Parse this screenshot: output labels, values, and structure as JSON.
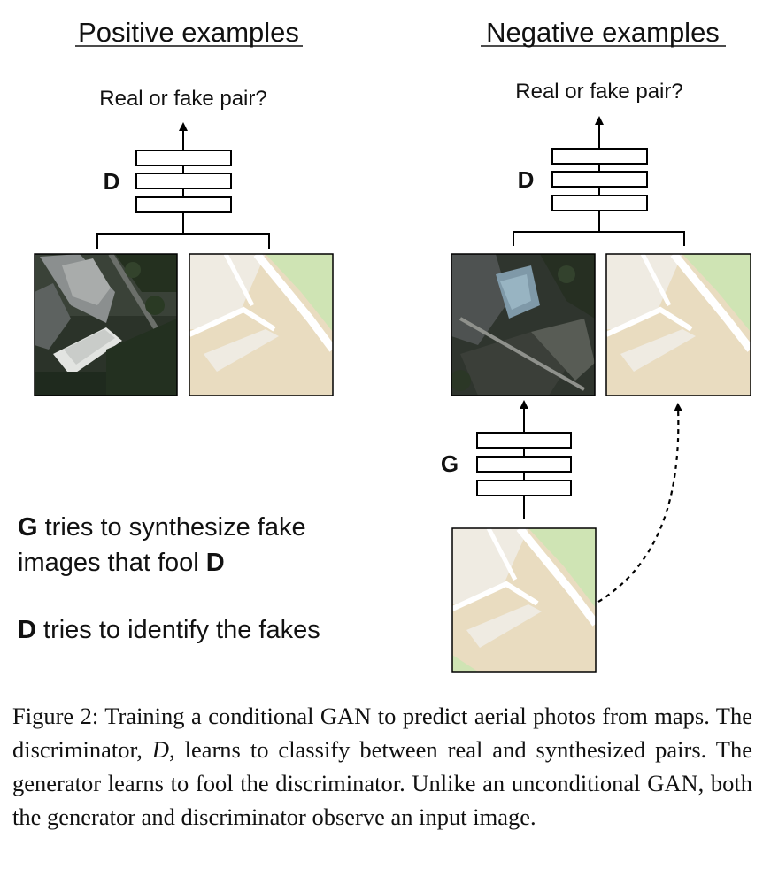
{
  "headings": {
    "positive": "Positive examples",
    "negative": "Negative examples"
  },
  "discriminator": {
    "question_positive": "Real or fake pair?",
    "question_negative": "Real or fake pair?",
    "label": "D"
  },
  "generator": {
    "label": "G"
  },
  "description": {
    "line1_bold": "G",
    "line1_text": " tries to synthesize fake",
    "line2_text": "images that fool ",
    "line2_bold": "D",
    "line3_bold": "D",
    "line3_text": " tries to identify the fakes"
  },
  "caption": {
    "prefix": "Figure 2: Training a conditional GAN to predict aerial photos from maps.  The discriminator, ",
    "symbol": "D",
    "suffix": ", learns to classify between real and synthesized pairs.  The generator learns to fool the discriminator. Unlike an unconditional GAN, both the generator and discriminator observe an input image."
  },
  "colors": {
    "map_beige": "#e9dcc0",
    "map_light": "#efebe2",
    "map_green": "#cfe4b4",
    "map_road": "#ffffff",
    "aerial_dark": "#2b3329",
    "line": "#000000"
  },
  "icons": [
    "arrow-up-icon",
    "dashed-curved-arrow-icon"
  ]
}
